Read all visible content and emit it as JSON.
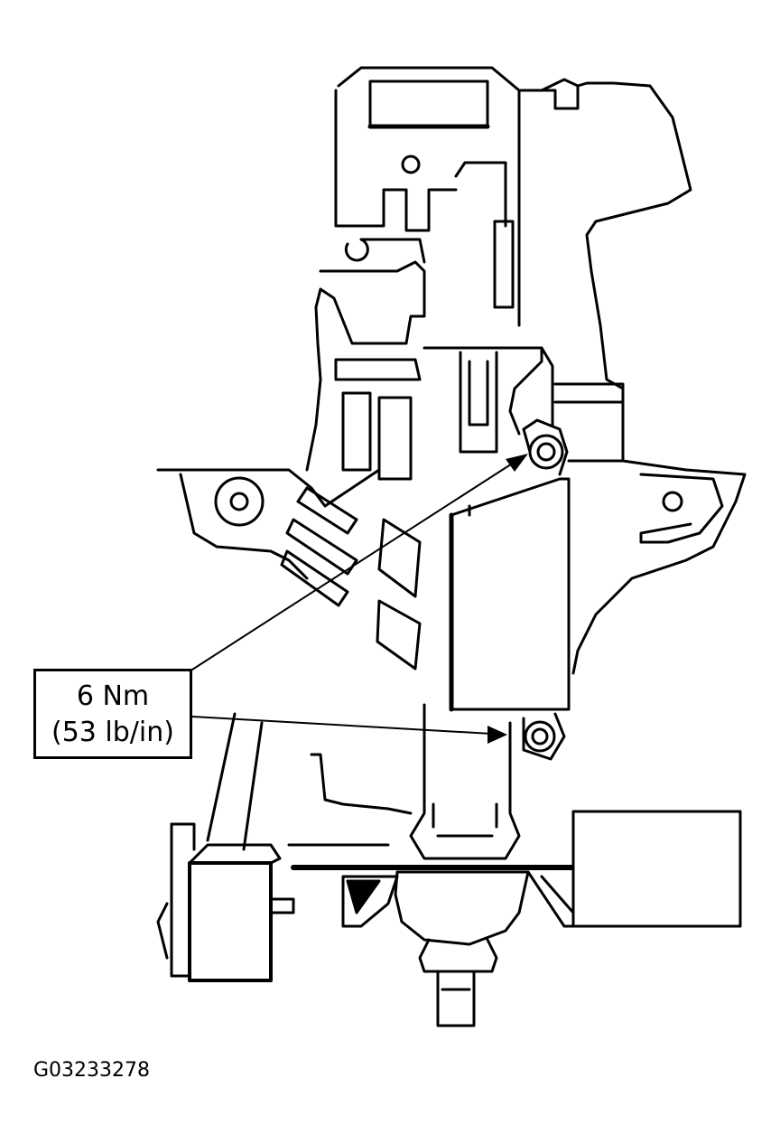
{
  "callout": {
    "torque_nm": "6 Nm",
    "torque_lbin": "(53 lb/in)"
  },
  "figure": {
    "id": "G03233278"
  }
}
